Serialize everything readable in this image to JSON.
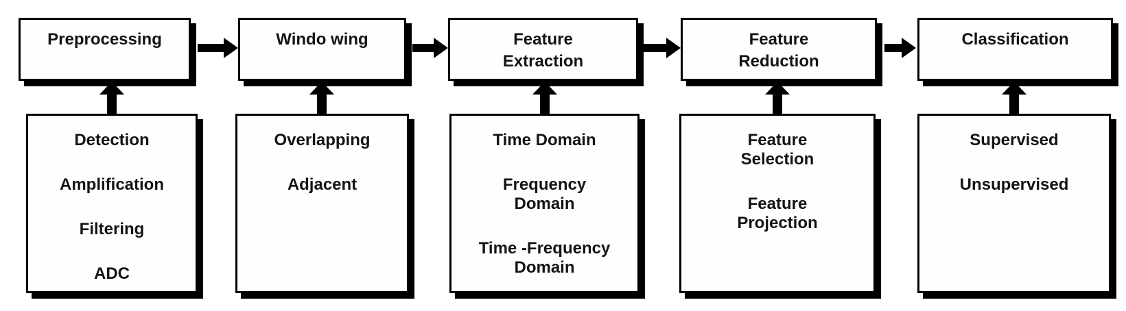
{
  "colors": {
    "background": "#ffffff",
    "box_fill": "#fefefe",
    "line": "#000000",
    "text": "#141414"
  },
  "pipeline": {
    "stages": [
      {
        "label": "Preprocessing",
        "methods": [
          "Detection",
          "Amplification",
          "Filtering",
          "ADC"
        ]
      },
      {
        "label": "Windo wing",
        "methods": [
          "Overlapping",
          "Adjacent"
        ]
      },
      {
        "label": "Feature\nExtraction",
        "methods": [
          "Time Domain",
          "Frequency\nDomain",
          "Time -Frequency\nDomain"
        ]
      },
      {
        "label": "Feature\nReduction",
        "methods": [
          "Feature\nSelection",
          "Feature\nProjection"
        ]
      },
      {
        "label": "Classification",
        "methods": [
          "Supervised",
          "Unsupervised"
        ]
      }
    ]
  }
}
